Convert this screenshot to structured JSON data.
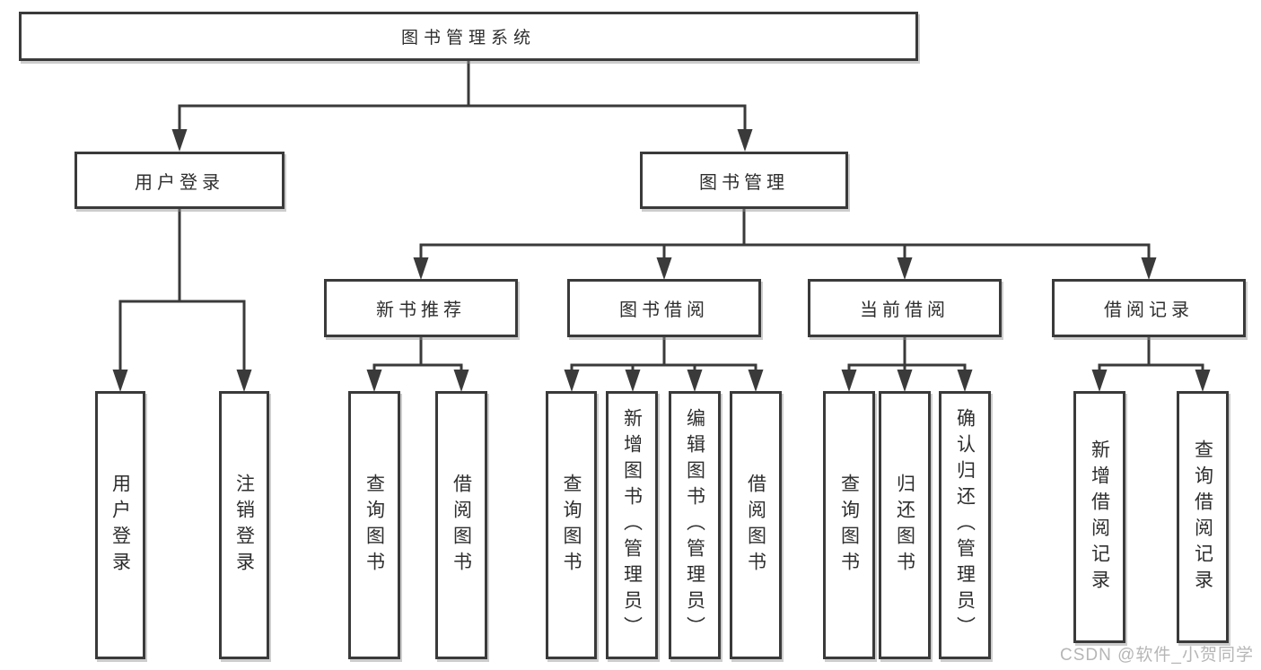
{
  "diagram": {
    "root": "图书管理系统",
    "level2": {
      "user_login_group": "用户登录",
      "book_mgmt": "图书管理"
    },
    "level3": {
      "new_books": "新书推荐",
      "book_borrow": "图书借阅",
      "current_borrow": "当前借阅",
      "borrow_records": "借阅记录"
    },
    "leaves": {
      "user_login": "用户登录",
      "logout": "注销登录",
      "nb_query": "查询图书",
      "nb_borrow": "借阅图书",
      "bb_query": "查询图书",
      "bb_add": "新增图书（管理员）",
      "bb_edit": "编辑图书（管理员）",
      "bb_borrow": "借阅图书",
      "cb_query": "查询图书",
      "cb_return": "归还图书",
      "cb_confirm": "确认归还（管理员）",
      "br_add": "新增借阅记录",
      "br_query": "查询借阅记录"
    }
  },
  "watermark": "CSDN @软件_小贺同学",
  "colors": {
    "line": "#3a3a3a",
    "text": "#2e2e2e",
    "watermark_gray": "#b6b6b6",
    "background": "#ffffff"
  }
}
